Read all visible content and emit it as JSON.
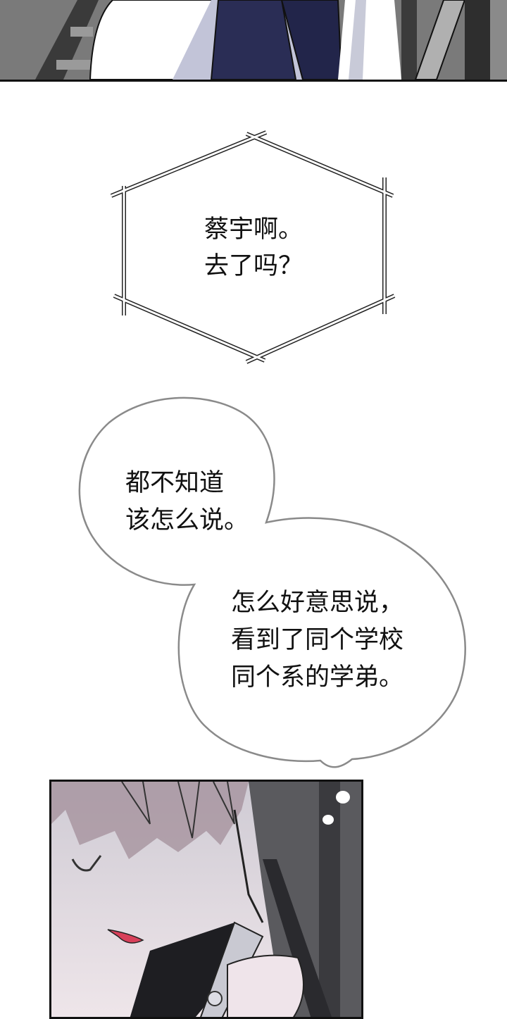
{
  "panels": {
    "top": {
      "description": "illustration-crop-figure-in-dark-suit"
    },
    "caption": {
      "shape": "hexagon",
      "lines": [
        "蔡宇啊。",
        "去了吗？"
      ]
    },
    "bubble1": {
      "lines": [
        "都不知道",
        "该怎么说。"
      ]
    },
    "bubble2": {
      "lines": [
        "怎么好意思说，",
        "看到了同个学校",
        "同个系的学弟。"
      ]
    },
    "bottom": {
      "description": "illustration-character-on-phone"
    }
  },
  "colors": {
    "background": "#ffffff",
    "panel_border": "#111111",
    "bubble_stroke": "#8a8a8a",
    "suit_navy": "#23264a",
    "lip_red": "#d8405a"
  }
}
